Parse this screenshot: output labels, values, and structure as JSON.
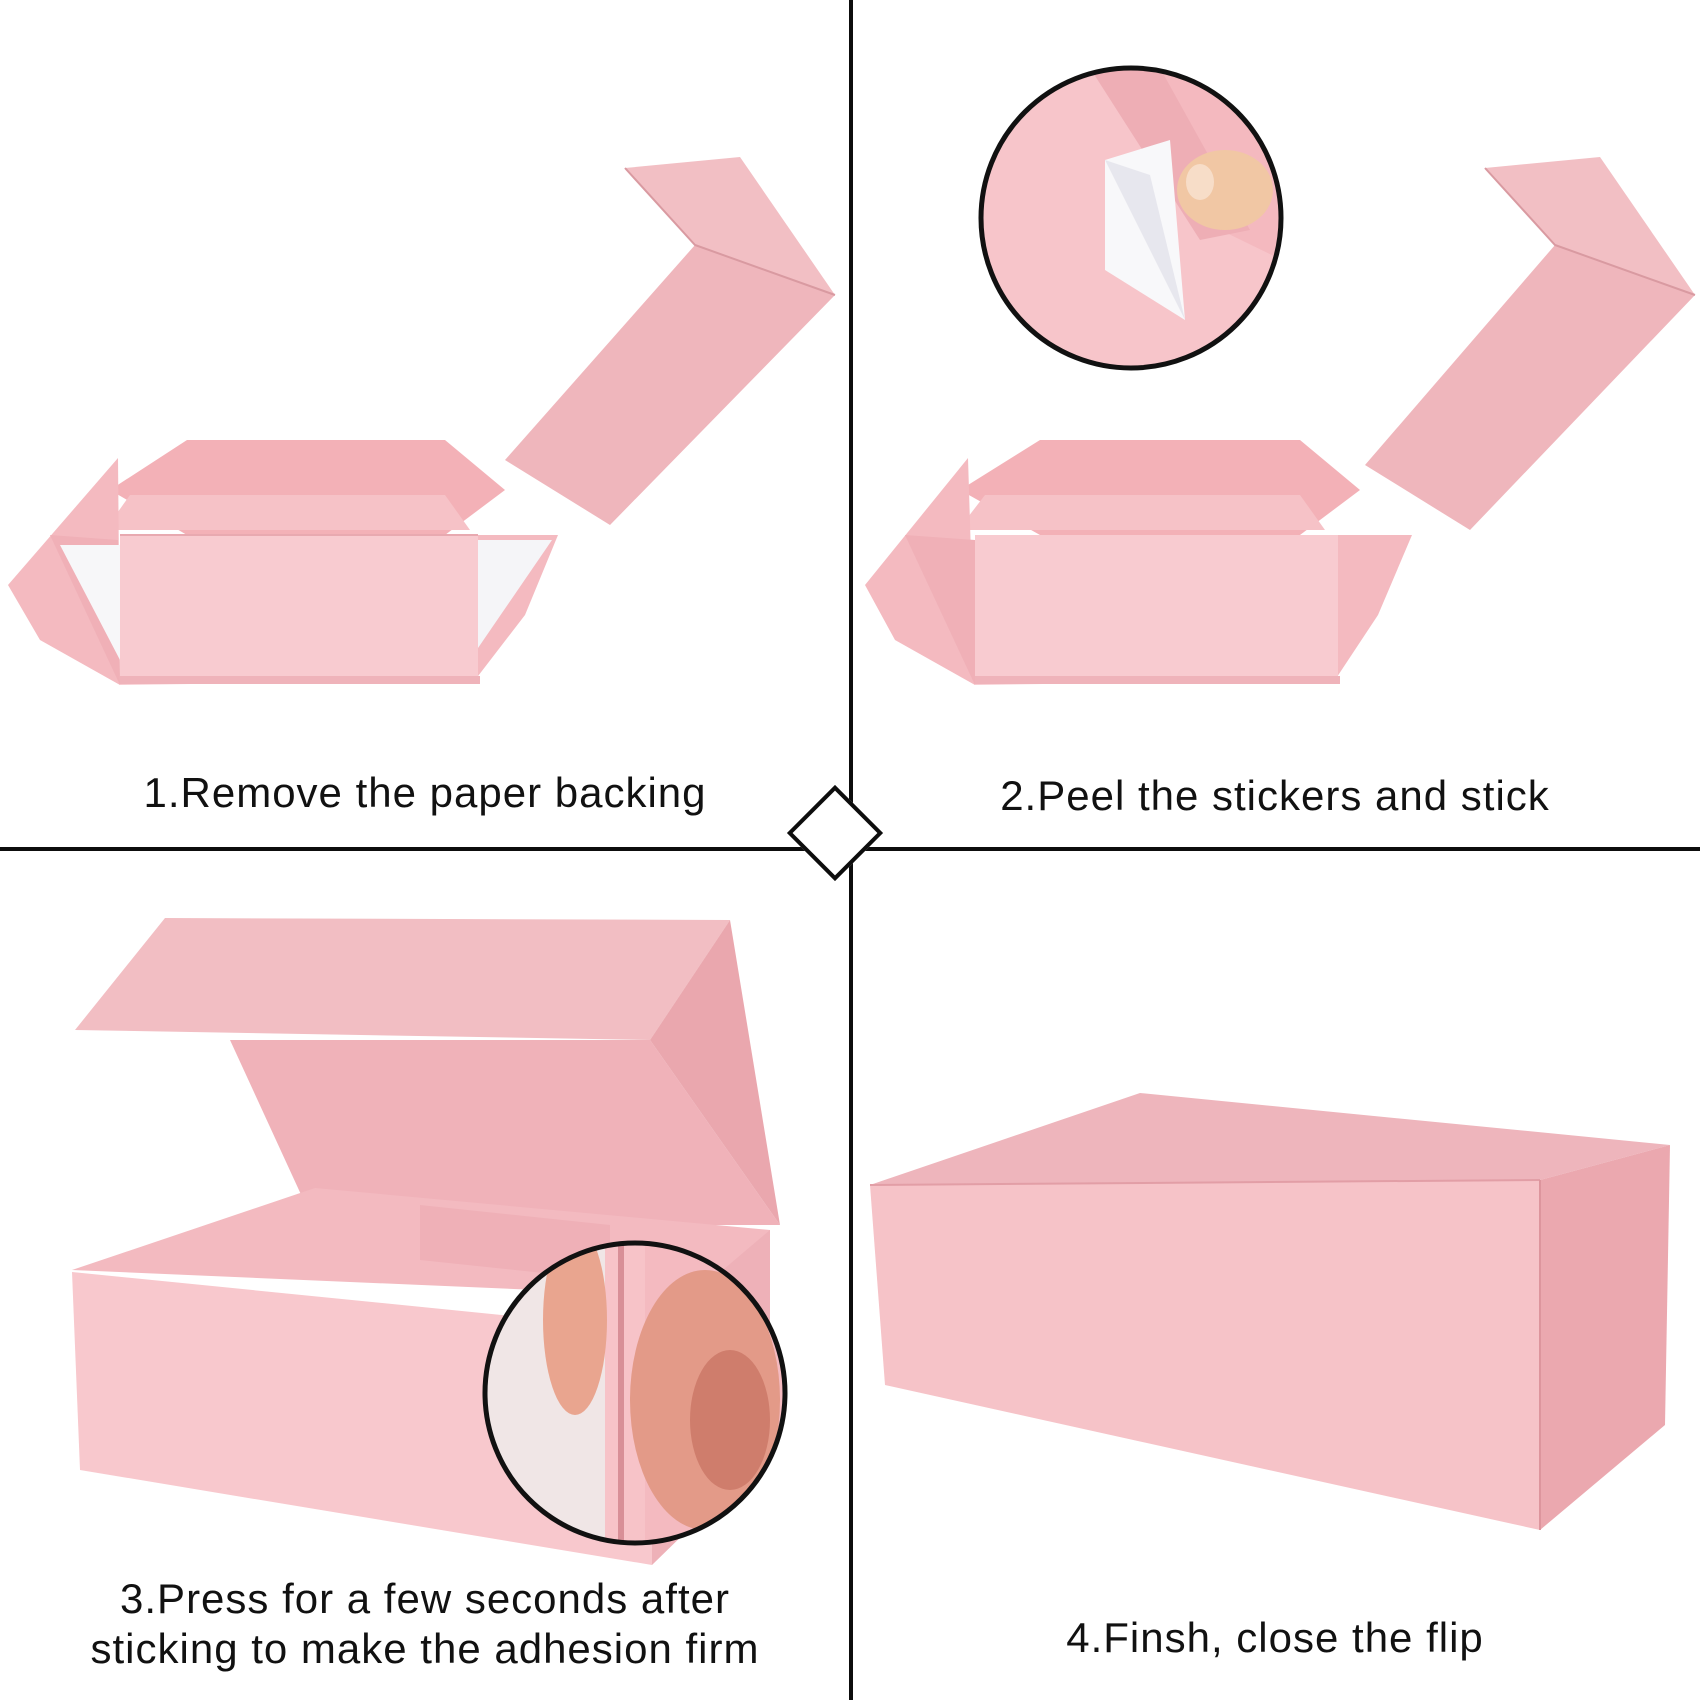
{
  "colors": {
    "pink_light": "#f7c8cd",
    "pink_mid": "#f4b8bf",
    "pink_dark": "#e9a4ab",
    "sticker_white": "#f7f7f9",
    "divider": "#0d0d0d"
  },
  "steps": [
    {
      "caption_lines": [
        "1.Remove the paper backing"
      ]
    },
    {
      "caption_lines": [
        "2.Peel the stickers and stick"
      ]
    },
    {
      "caption_lines": [
        "3.Press for a few seconds after",
        "sticking to make the adhesion firm"
      ]
    },
    {
      "caption_lines": [
        "4.Finsh, close the flip"
      ]
    }
  ]
}
